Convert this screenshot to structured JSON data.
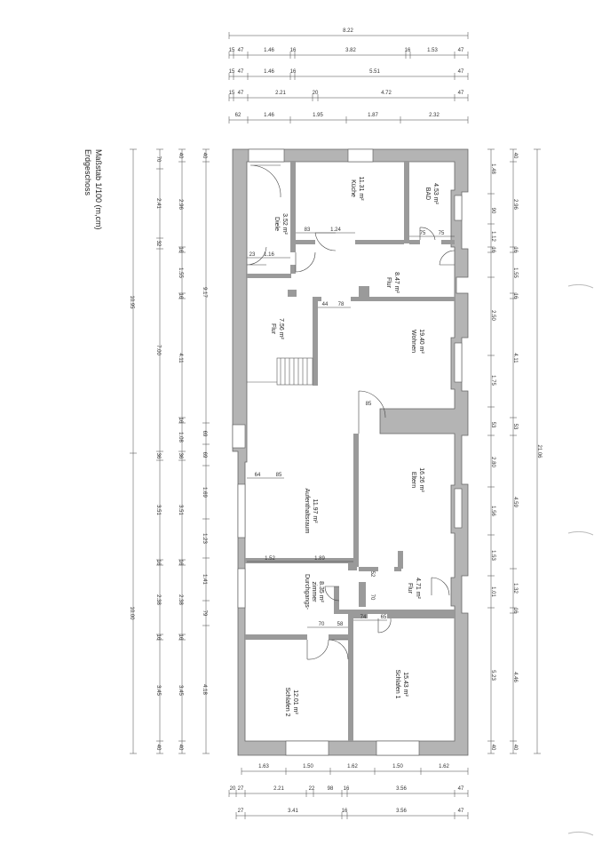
{
  "title": {
    "line1": "Erdgeschoss",
    "line2": "Maßstab 1/100 (m,cm)"
  },
  "rooms": [
    {
      "id": "kueche",
      "name": "Küche",
      "area": "11.31 m²"
    },
    {
      "id": "bad",
      "name": "BAD",
      "area": "4.53 m²"
    },
    {
      "id": "diele",
      "name": "Diele",
      "area": "3.52 m²"
    },
    {
      "id": "flur1",
      "name": "Flur",
      "area": "8.47 m²"
    },
    {
      "id": "flur2",
      "name": "Flur",
      "area": "7.56 m²"
    },
    {
      "id": "wohnen",
      "name": "Wohnen",
      "area": "19.40 m²"
    },
    {
      "id": "eltern",
      "name": "Eltern",
      "area": "16.26 m²"
    },
    {
      "id": "aufenthalt",
      "name": "Aufenthaltsraum",
      "area": "11.97 m²"
    },
    {
      "id": "durchgang",
      "name": "Durchgangs-",
      "name2": "zimmer",
      "area": "8.35 m²"
    },
    {
      "id": "flur3",
      "name": "Flur",
      "area": "4.71 m²"
    },
    {
      "id": "schlafen2",
      "name": "Schlafen 2",
      "area": "12.01 m²"
    },
    {
      "id": "schlafen1",
      "name": "Schlafen 1",
      "area": "15.43 m²"
    }
  ],
  "top_dims": {
    "row0": [
      "8.22"
    ],
    "row1": [
      "15",
      "47",
      "1.46",
      "16",
      "3.82",
      "16",
      "1.53",
      "47"
    ],
    "row2": [
      "15",
      "47",
      "1.46",
      "16",
      "5.51",
      "47"
    ],
    "row3": [
      "15",
      "47",
      "2.21",
      "20",
      "4.72",
      "47"
    ],
    "row4": [
      "62",
      "1.46",
      "1.95",
      "1.87",
      "2.32"
    ]
  },
  "left_dims": {
    "col1": [
      "10.95",
      "10.00"
    ],
    "col2": [
      "70",
      "2.41",
      "32",
      "7.00",
      "36",
      "3.51",
      "16",
      "2.38",
      "16",
      "3.45",
      "40"
    ],
    "col3": [
      "40",
      "2.96",
      "16",
      "1.55",
      "16",
      "4.11",
      "16",
      "1.08",
      "36",
      "3.51",
      "16",
      "2.38",
      "16",
      "3.45",
      "40"
    ],
    "col4": [
      "40",
      "9.17",
      "69",
      "69",
      "1.69",
      "1.23",
      "1.41",
      "79",
      "4.18"
    ]
  },
  "right_dims": {
    "col1": [
      "1.48",
      "90",
      "1.12",
      "16",
      "2.50",
      "1.75",
      "53",
      "2.80",
      "1.56",
      "1.53",
      "1.01",
      "5.23",
      "40"
    ],
    "col2": [
      "40",
      "2.96",
      "16",
      "1.55",
      "16",
      "4.11",
      "53",
      "4.59",
      "1.32",
      "16",
      "4.46",
      "40"
    ],
    "col3": [
      "21.06"
    ]
  },
  "bottom_dims": {
    "row1": [
      "1.63",
      "1.50",
      "1.62",
      "1.50",
      "1.62"
    ],
    "row2": [
      "20",
      "27",
      "2.21",
      "22",
      "98",
      "16",
      "3.56",
      "47"
    ],
    "row3": [
      "27",
      "3.41",
      "16",
      "3.56",
      "47"
    ]
  },
  "inner_dims": [
    "83",
    "1.24",
    "1.16",
    "23",
    "44",
    "78",
    "75",
    "75",
    "85",
    "64",
    "85",
    "1.52",
    "1.89",
    "70",
    "58",
    "52",
    "70",
    "74",
    "65"
  ]
}
